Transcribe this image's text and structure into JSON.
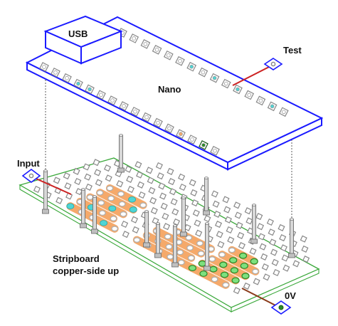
{
  "labels": {
    "usb": "USB",
    "nano": "Nano",
    "test": "Test",
    "input": "Input",
    "stripboard_line1": "Stripboard",
    "stripboard_line2": "copper-side up",
    "zero_v": "0V"
  },
  "colors": {
    "nano_outline": "#1a1aff",
    "board_outline": "#3aa83a",
    "copper_strip": "#f5a96a",
    "highlight_pad": "#4fd5d5",
    "ground_pad": "#2a8a2a",
    "wire_red": "#cc2222",
    "wire_brown": "#8a3a1a",
    "pin": "#9a9a9a"
  },
  "icons": [
    "usb-connector",
    "header-pin",
    "test-point",
    "solder-pad"
  ]
}
